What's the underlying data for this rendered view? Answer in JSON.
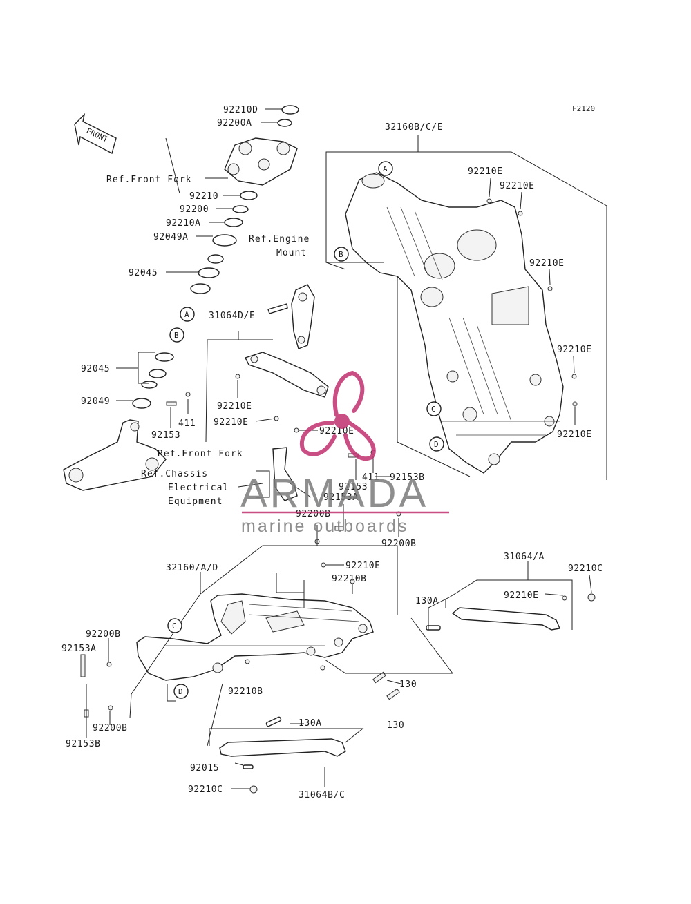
{
  "figure_code": "F2120",
  "front_arrow_text": "FRONT",
  "watermark": {
    "brand": "ARMADA",
    "tagline": "marine outboards",
    "color": "#b0306a",
    "text_color": "#8a8a8a"
  },
  "circle_markers": {
    "A": "A",
    "B": "B",
    "C": "C",
    "D": "D"
  },
  "labels": {
    "l_92210D": "92210D",
    "l_92200A": "92200A",
    "l_ref_front_fork_top": "Ref.Front Fork",
    "l_92210": "92210",
    "l_92200": "92200",
    "l_92210A": "92210A",
    "l_92049A": "92049A",
    "l_ref_engine_1": "Ref.Engine",
    "l_ref_engine_2": "Mount",
    "l_92045_top": "92045",
    "l_31064DE": "31064D/E",
    "l_92045_b": "92045",
    "l_92049": "92049",
    "l_92210E_a": "92210E",
    "l_411_a": "411",
    "l_92153_a": "92153",
    "l_92210E_b": "92210E",
    "l_92210E_c": "92210E",
    "l_ref_front_fork_mid": "Ref.Front Fork",
    "l_ref_chassis_1": "Ref.Chassis",
    "l_ref_chassis_2": "Electrical",
    "l_ref_chassis_3": "Equipment",
    "l_411_b": "411",
    "l_92153B_a": "92153B",
    "l_92153_b": "92153",
    "l_92153A_a": "92153A",
    "l_92200B_a": "92200B",
    "l_92200B_b": "92200B",
    "l_32160BCE": "32160B/C/E",
    "l_92210E_d": "92210E",
    "l_92210E_e": "92210E",
    "l_92210E_f": "92210E",
    "l_92210E_g": "92210E",
    "l_92210E_h": "92210E",
    "l_32160AD": "32160/A/D",
    "l_92210E_i": "92210E",
    "l_92210B_a": "92210B",
    "l_31064A": "31064/A",
    "l_92210C_a": "92210C",
    "l_130A_a": "130A",
    "l_92210E_j": "92210E",
    "l_92200B_c": "92200B",
    "l_92153A_b": "92153A",
    "l_92210B_b": "92210B",
    "l_130_a": "130",
    "l_130_b": "130",
    "l_92200B_d": "92200B",
    "l_92153B_b": "92153B",
    "l_130A_b": "130A",
    "l_92015": "92015",
    "l_92210C_b": "92210C",
    "l_31064BC": "31064B/C"
  }
}
